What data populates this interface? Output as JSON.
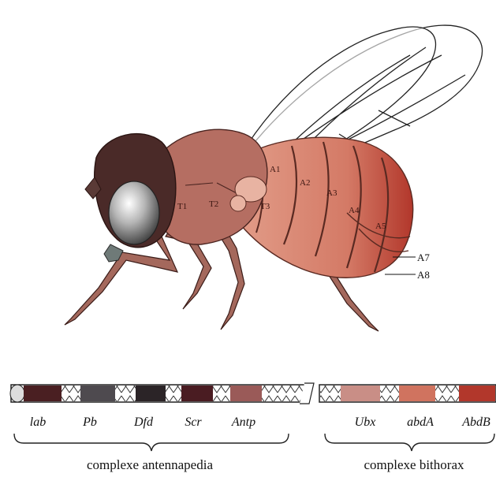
{
  "body_segments": {
    "thorax": [
      "T1",
      "T2",
      "T3"
    ],
    "abdomen": [
      "A1",
      "A2",
      "A3",
      "A4",
      "A5"
    ]
  },
  "callouts": [
    "A7",
    "A8"
  ],
  "genes": [
    "lab",
    "Pb",
    "Dfd",
    "Scr",
    "Antp",
    "Ubx",
    "abdA",
    "AbdB"
  ],
  "complexes": [
    "complexe antennapedia",
    "complexe bithorax"
  ],
  "colors": {
    "lab": "#4a1f22",
    "Pb": "#4e4a4f",
    "Dfd": "#2b2427",
    "Scr": "#4a1c22",
    "Antp": "#9a5a58",
    "Ubx": "#c98e86",
    "abdA": "#d0735f",
    "AbdB": "#b2372b",
    "head": "#4a2a28",
    "thorax": "#b56e62",
    "abdomen": "#d98a76"
  }
}
